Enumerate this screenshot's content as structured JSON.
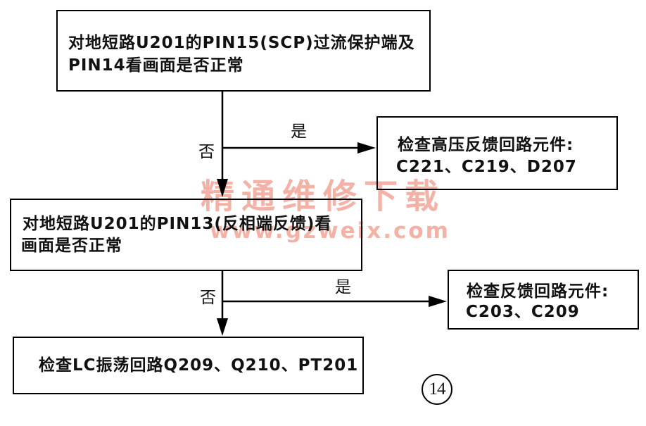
{
  "diagram": {
    "steps": [
      {
        "question": [
          "对地短路U201的PIN15(SCP)过流保护端及",
          "PIN14看画面是否正常"
        ],
        "yes_label": "是",
        "yes_action": [
          "检查高压反馈回路元件:",
          "C221、C219、D207"
        ],
        "no_label": "否"
      },
      {
        "question": [
          "对地短路U201的PIN13(反相端反馈)看",
          "画面是否正常"
        ],
        "yes_label": "是",
        "yes_action": [
          "检查反馈回路元件:",
          "C203、C209"
        ],
        "no_label": "否"
      }
    ],
    "final_action": "检查LC振荡回路Q209、Q210、PT201"
  },
  "figure_number": "14",
  "watermark": {
    "title": "精通维修下载",
    "url": "www.gzweix.com"
  },
  "colors": {
    "line": "#000000",
    "text": "#111111",
    "watermark": "#e8553a",
    "background": "#ffffff"
  }
}
